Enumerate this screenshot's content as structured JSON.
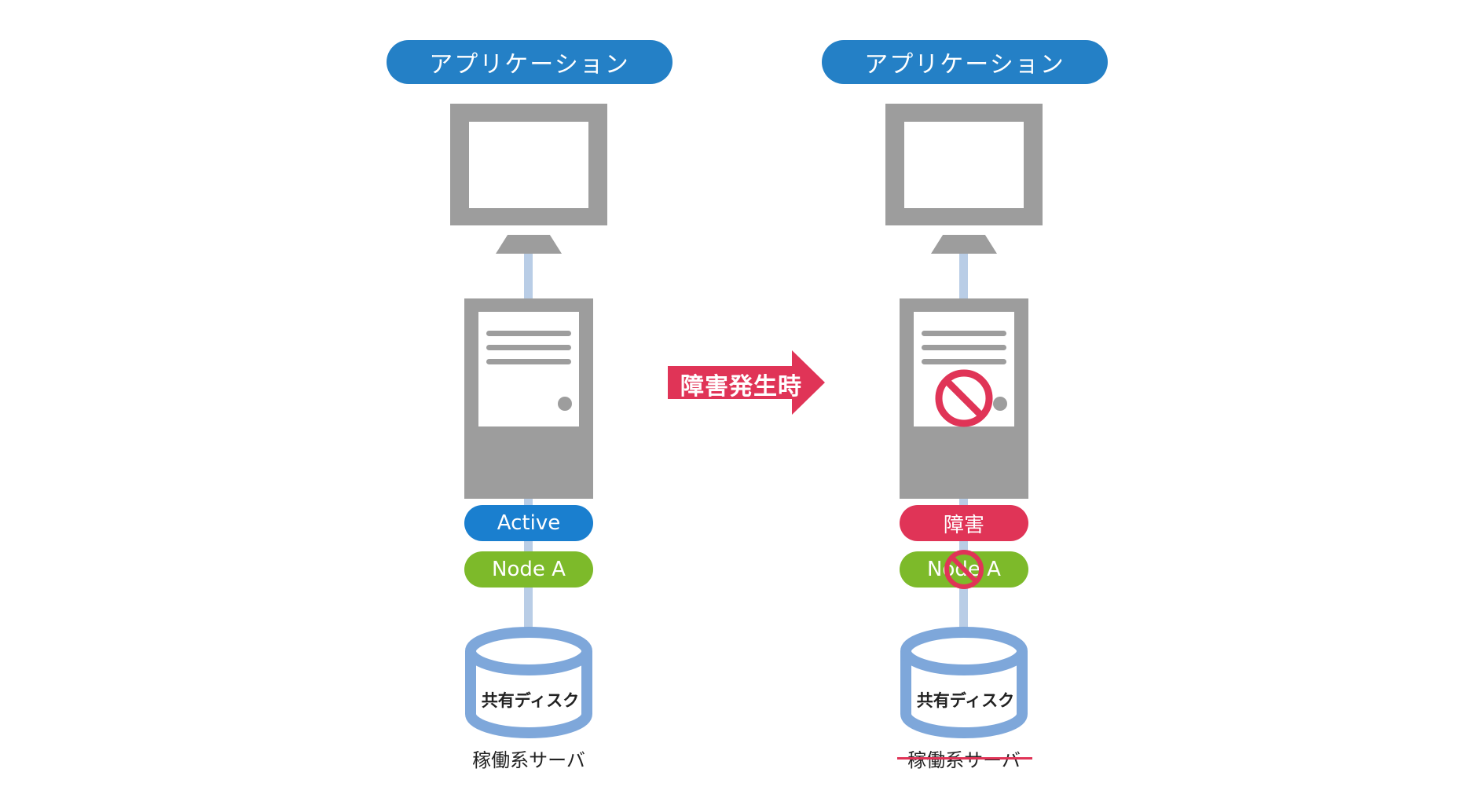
{
  "left": {
    "application_label": "アプリケーション",
    "status_label": "Active",
    "node_label": "Node A",
    "disk_label": "共有ディスク",
    "server_label": "稼働系サーバ"
  },
  "transition": {
    "label": "障害発生時"
  },
  "right": {
    "application_label": "アプリケーション",
    "status_label": "障害",
    "node_label": "Node A",
    "disk_label": "共有ディスク",
    "server_label": "稼働系サーバ"
  },
  "colors": {
    "app_blue": "#2480c6",
    "active_blue": "#1a7fcf",
    "failure_red": "#e03457",
    "node_green": "#7dba2a",
    "device_gray": "#9d9d9d",
    "connector_blue": "#b9cde6",
    "disk_blue": "#7ea7da"
  },
  "icons": [
    "no-entry-icon",
    "monitor-icon",
    "server-tower-icon",
    "database-icon",
    "right-arrow-icon"
  ]
}
